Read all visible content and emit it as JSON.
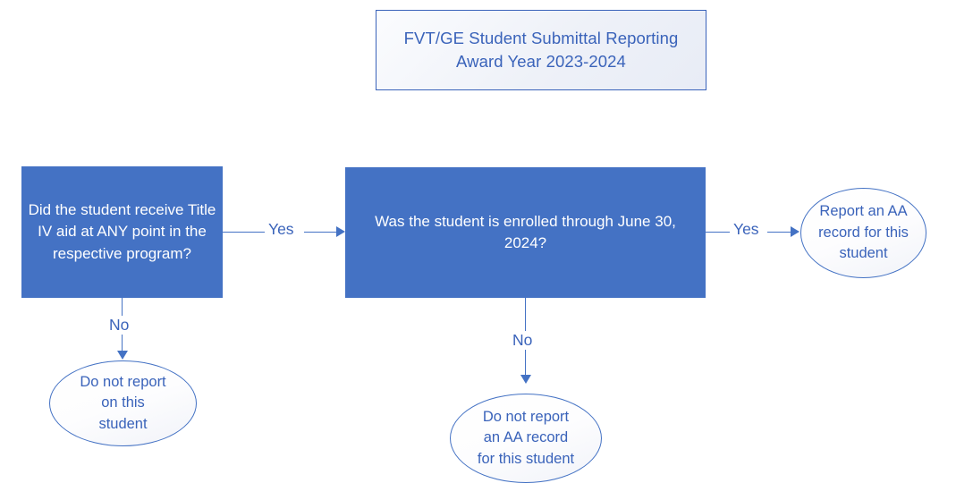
{
  "diagram": {
    "title_box": {
      "line1": "FVT/GE Student Submittal Reporting",
      "line2": "Award Year 2023-2024"
    },
    "nodes": {
      "title_iv_question": "Did the student receive Title IV aid at ANY point in the respective program?",
      "enrolled_question": "Was the student is enrolled through June 30, 2024?",
      "do_not_report_student": {
        "line1": "Do not report",
        "line2": "on this",
        "line3": "student"
      },
      "report_aa_record": {
        "line1": "Report an AA",
        "line2": "record for this",
        "line3": "student"
      },
      "do_not_report_aa": {
        "line1": "Do not report",
        "line2": "an AA record",
        "line3": "for this student"
      }
    },
    "edges": {
      "yes_to_enrolled": "Yes",
      "no_to_do_not_report": "No",
      "yes_to_report_aa": "Yes",
      "no_to_do_not_report_aa": "No"
    },
    "colors": {
      "process_fill": "#4472C4",
      "process_text": "#FFFFFF",
      "outline_blue": "#4472C4",
      "label_text": "#3A63BA",
      "title_border": "#3A63BA",
      "canvas_background": "#FFFFFF"
    }
  }
}
